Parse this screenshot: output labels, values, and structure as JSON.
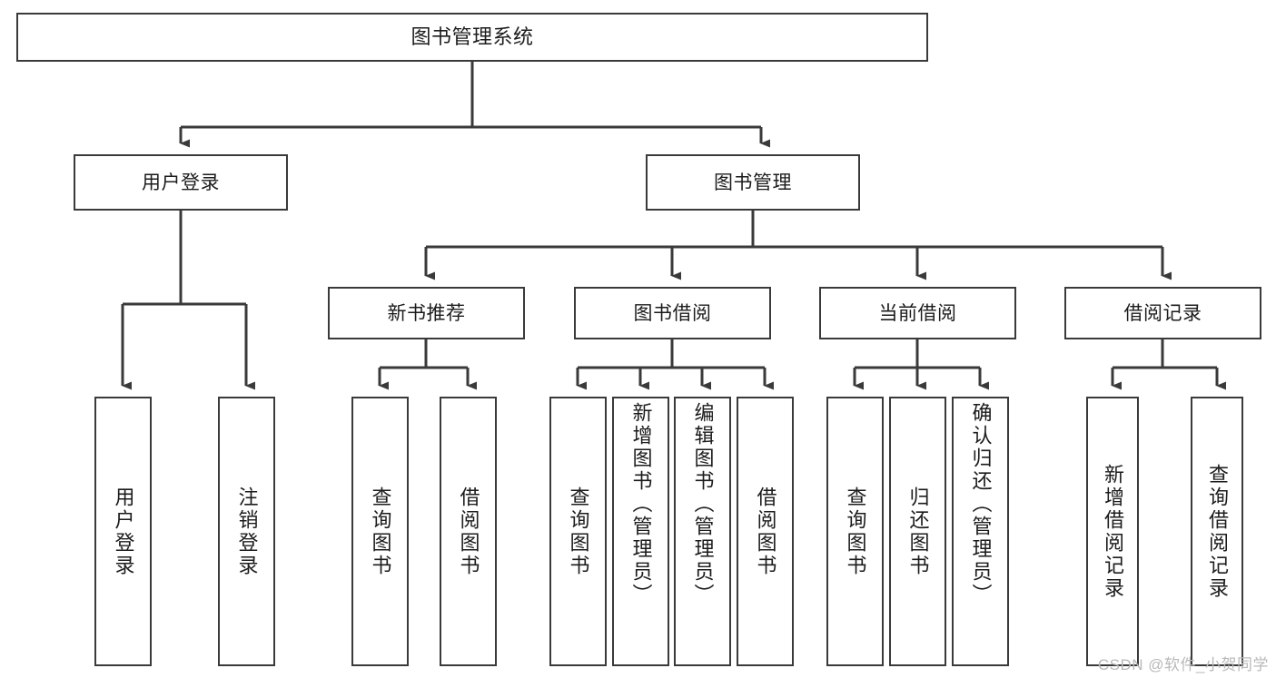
{
  "diagram": {
    "title": "图书管理系统",
    "type": "hierarchy-tree",
    "root": {
      "id": "root",
      "label": "图书管理系统",
      "orientation": "horizontal"
    },
    "level2": [
      {
        "id": "user-login",
        "label": "用户登录",
        "orientation": "horizontal"
      },
      {
        "id": "book-manage",
        "label": "图书管理",
        "orientation": "horizontal"
      }
    ],
    "level3": [
      {
        "id": "new-book-recommend",
        "label": "新书推荐",
        "orientation": "horizontal",
        "parent": "book-manage"
      },
      {
        "id": "book-borrow",
        "label": "图书借阅",
        "orientation": "horizontal",
        "parent": "book-manage"
      },
      {
        "id": "current-borrow",
        "label": "当前借阅",
        "orientation": "horizontal",
        "parent": "book-manage"
      },
      {
        "id": "borrow-record",
        "label": "借阅记录",
        "orientation": "horizontal",
        "parent": "book-manage"
      }
    ],
    "leaves": [
      {
        "id": "leaf-user-login",
        "label": "用户登录",
        "parent": "user-login",
        "orientation": "vertical"
      },
      {
        "id": "leaf-logout",
        "label": "注销登录",
        "parent": "user-login",
        "orientation": "vertical"
      },
      {
        "id": "leaf-query-book-1",
        "label": "查询图书",
        "parent": "new-book-recommend",
        "orientation": "vertical"
      },
      {
        "id": "leaf-borrow-book-1",
        "label": "借阅图书",
        "parent": "new-book-recommend",
        "orientation": "vertical"
      },
      {
        "id": "leaf-query-book-2",
        "label": "查询图书",
        "parent": "book-borrow",
        "orientation": "vertical"
      },
      {
        "id": "leaf-add-book",
        "label": "新增图书（管理员）",
        "parent": "book-borrow",
        "orientation": "vertical"
      },
      {
        "id": "leaf-edit-book",
        "label": "编辑图书（管理员）",
        "parent": "book-borrow",
        "orientation": "vertical"
      },
      {
        "id": "leaf-borrow-book-2",
        "label": "借阅图书",
        "parent": "book-borrow",
        "orientation": "vertical"
      },
      {
        "id": "leaf-query-book-3",
        "label": "查询图书",
        "parent": "current-borrow",
        "orientation": "vertical"
      },
      {
        "id": "leaf-return-book",
        "label": "归还图书",
        "parent": "current-borrow",
        "orientation": "vertical"
      },
      {
        "id": "leaf-confirm-return",
        "label": "确认归还（管理员）",
        "parent": "current-borrow",
        "orientation": "vertical"
      },
      {
        "id": "leaf-add-record",
        "label": "新增借阅记录",
        "parent": "borrow-record",
        "orientation": "vertical"
      },
      {
        "id": "leaf-query-record",
        "label": "查询借阅记录",
        "parent": "borrow-record",
        "orientation": "vertical"
      }
    ],
    "colors": {
      "stroke": "#3a3a3a",
      "fill": "#ffffff",
      "text": "#1c1c1c",
      "watermark": "#b9b9b9"
    }
  },
  "watermark": {
    "text": "CSDN @软件_小贺同学"
  }
}
